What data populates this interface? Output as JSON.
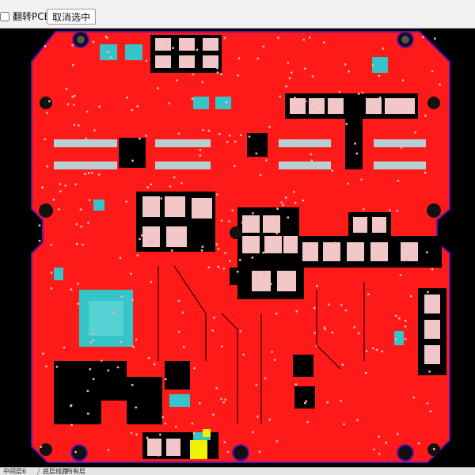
{
  "toolbar": {
    "flip_pcb_label": "翻转PCB",
    "cancel_select_label": "取消选中"
  },
  "layer_tabs": [
    {
      "label": "中间层6"
    },
    {
      "label": "底层线路"
    },
    {
      "label": "所有层"
    }
  ],
  "colors": {
    "board_copper": "#ff1a1a",
    "board_outline": "#6a0dad",
    "pad_cyan": "#35c4c8",
    "pad_white": "#f1c7c7",
    "void_black": "#000000",
    "highlight_yellow": "#f2f200"
  }
}
